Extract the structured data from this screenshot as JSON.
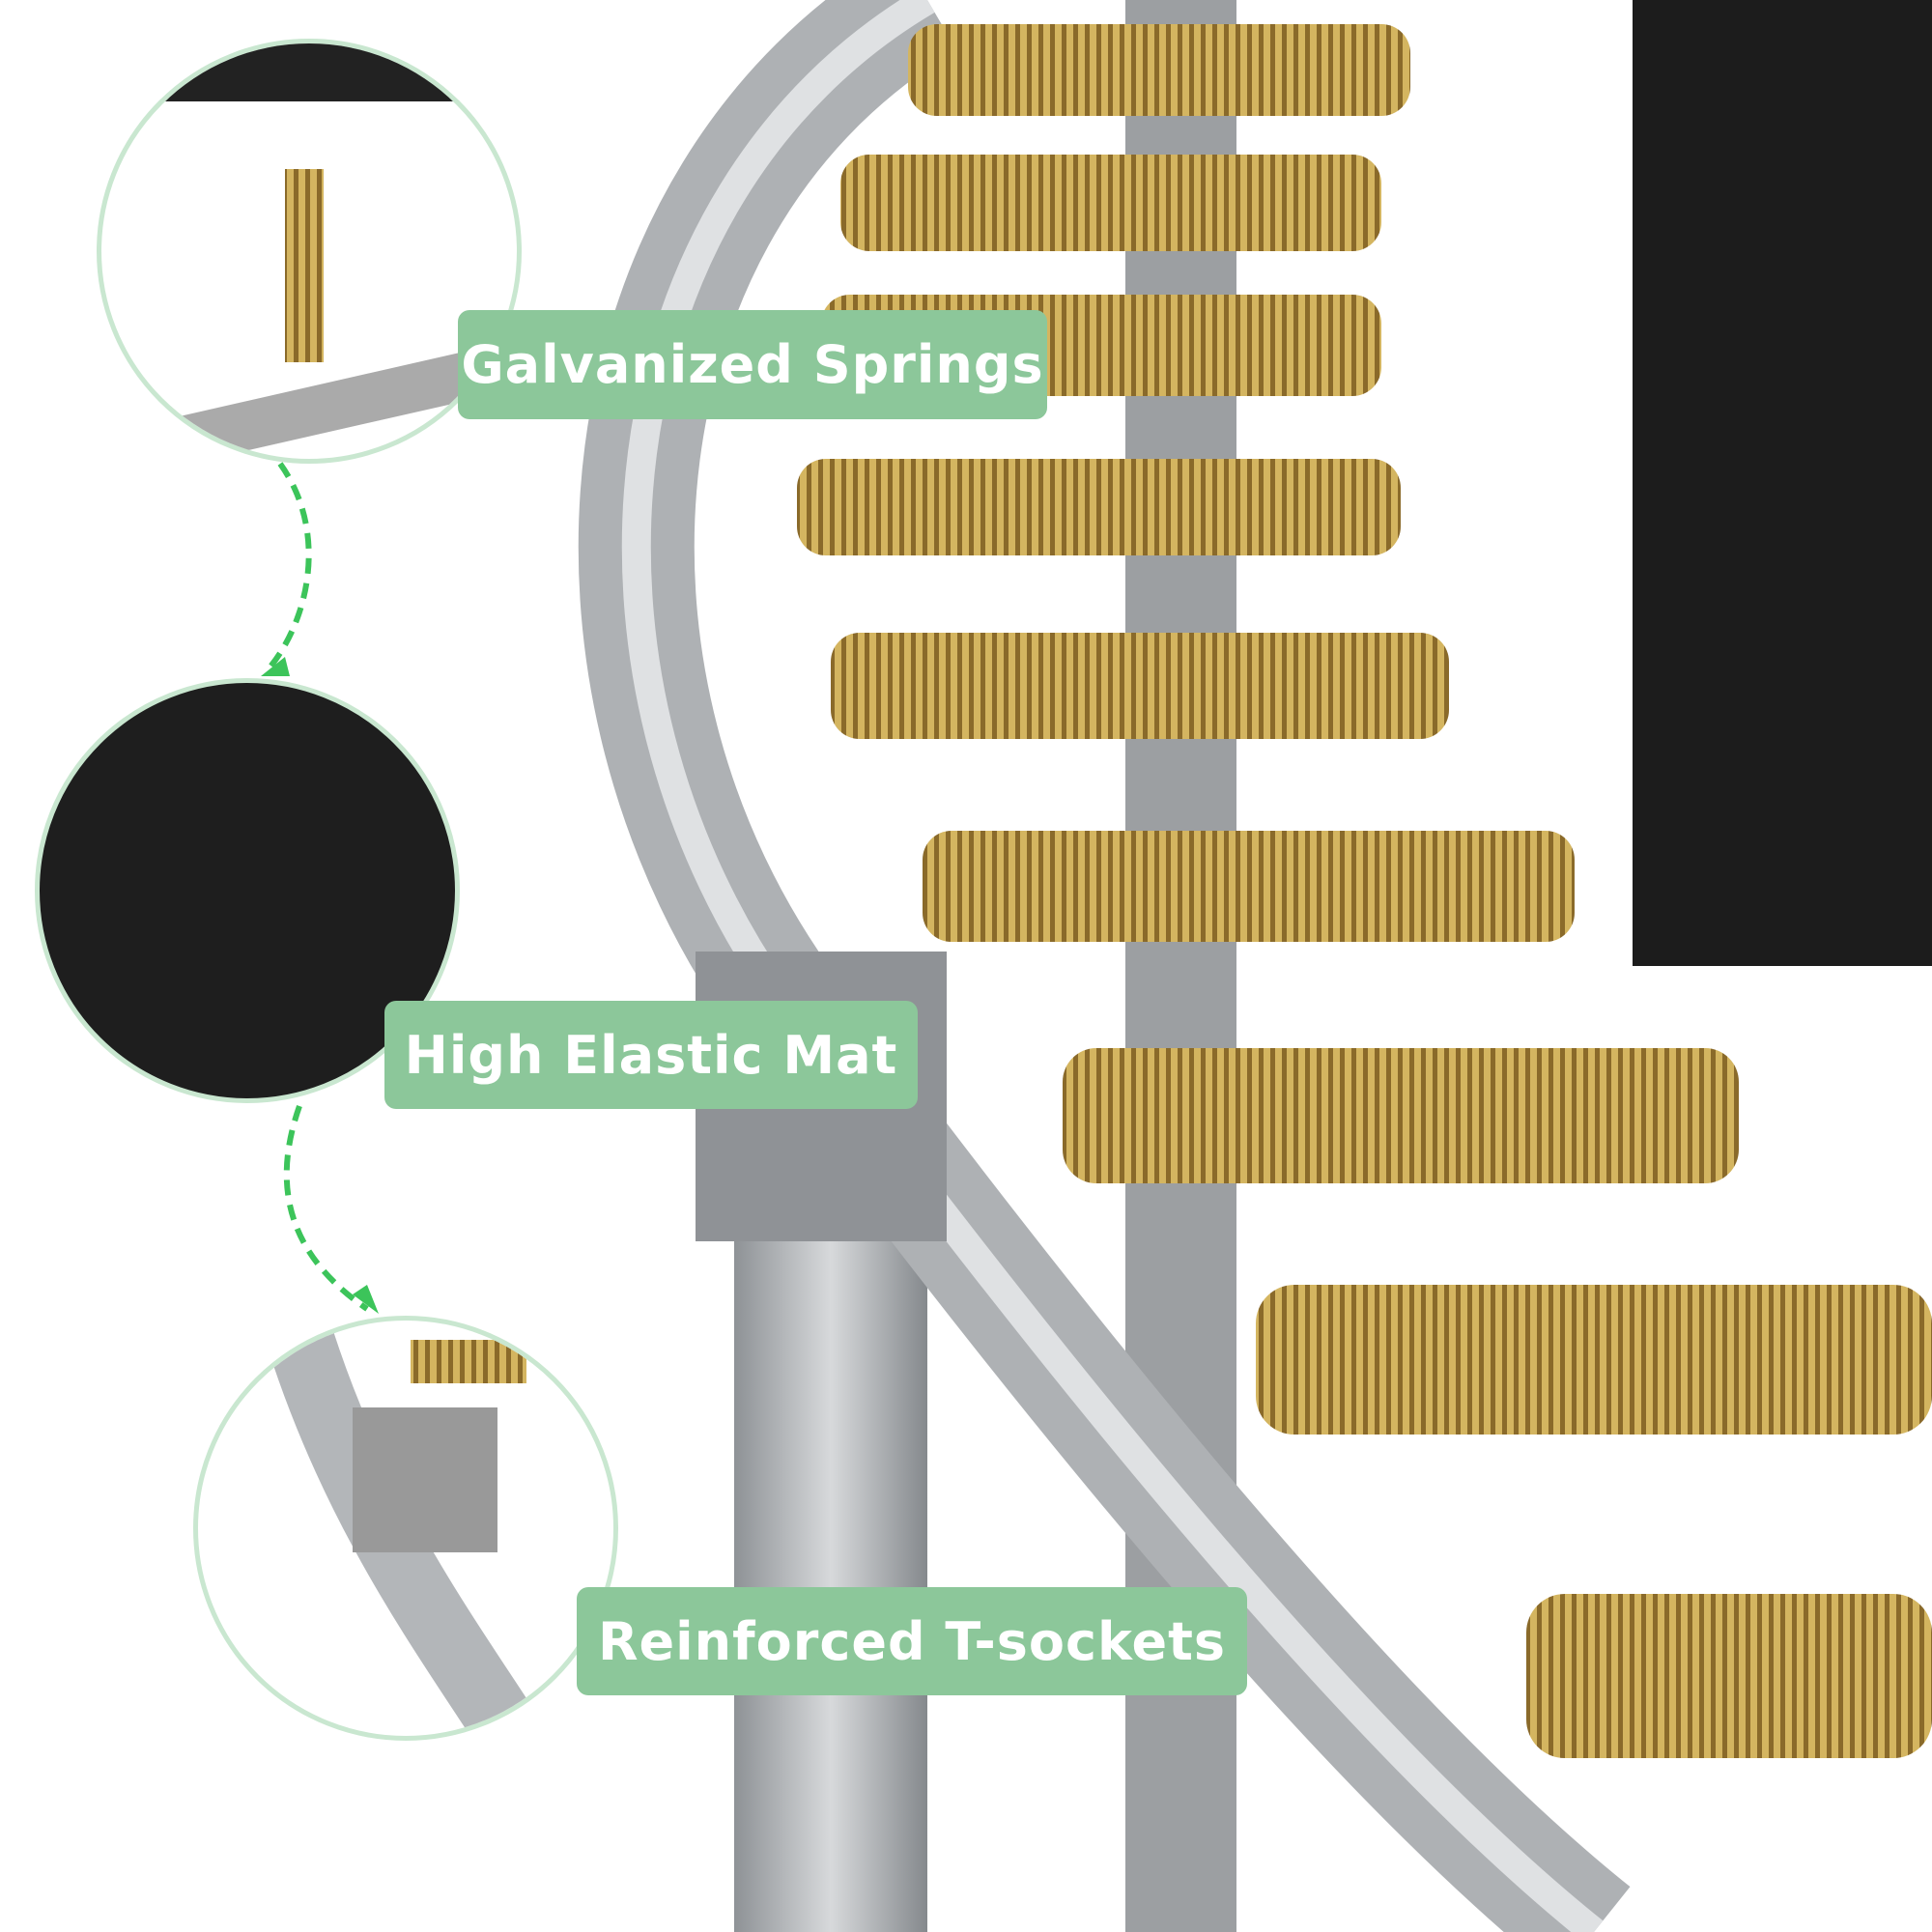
{
  "features": [
    {
      "label": "Galvanized Springs",
      "icon": "spring-closeup"
    },
    {
      "label": "High Elastic Mat",
      "icon": "mat-closeup"
    },
    {
      "label": "Reinforced T-sockets",
      "icon": "t-socket-closeup"
    }
  ],
  "colors": {
    "label_bg": "#8cc79a",
    "circle_border": "#c9e7d0",
    "arrow": "#3cc45a",
    "spring": "#b8963c",
    "frame": "#a8abae",
    "mat": "#1c1c1c"
  }
}
